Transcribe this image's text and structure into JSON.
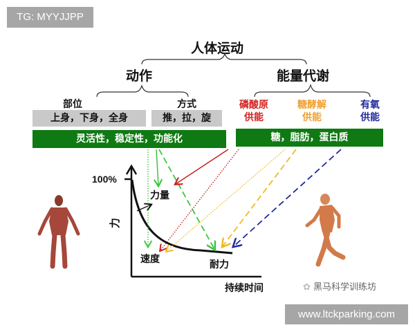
{
  "watermark_top": "TG: MYYJJPP",
  "watermark_bottom": "www.ltckparking.com",
  "wechat_account": "黑马科学训练坊",
  "root": "人体运动",
  "branches": {
    "movement": {
      "title": "动作",
      "sub": [
        {
          "title": "部位",
          "value": "上身，下身，全身"
        },
        {
          "title": "方式",
          "value": "推，拉，旋"
        }
      ],
      "bar": "灵活性，稳定性，功能化"
    },
    "metabolism": {
      "title": "能量代谢",
      "systems": [
        {
          "line1": "磷酸原",
          "line2": "供能",
          "color": "#d42020"
        },
        {
          "line1": "糖酵解",
          "line2": "供能",
          "color": "#f0a030"
        },
        {
          "line1": "有氧",
          "line2": "供能",
          "color": "#1e2a9c"
        }
      ],
      "bar": "糖，脂肪，蛋白质"
    }
  },
  "graph": {
    "y_tick": "100%",
    "y_label": "力",
    "x_label": "持续时间",
    "labels": {
      "strength": "力量",
      "speed": "速度",
      "endurance": "耐力"
    }
  },
  "chart_data": {
    "type": "line",
    "title": "",
    "xlabel": "持续时间",
    "ylabel": "力",
    "y_ticks": [
      "100%"
    ],
    "series": [
      {
        "name": "force-duration curve",
        "shape": "hyperbolic decay from 100% toward baseline"
      }
    ],
    "annotations": [
      "力量",
      "速度",
      "耐力"
    ]
  }
}
